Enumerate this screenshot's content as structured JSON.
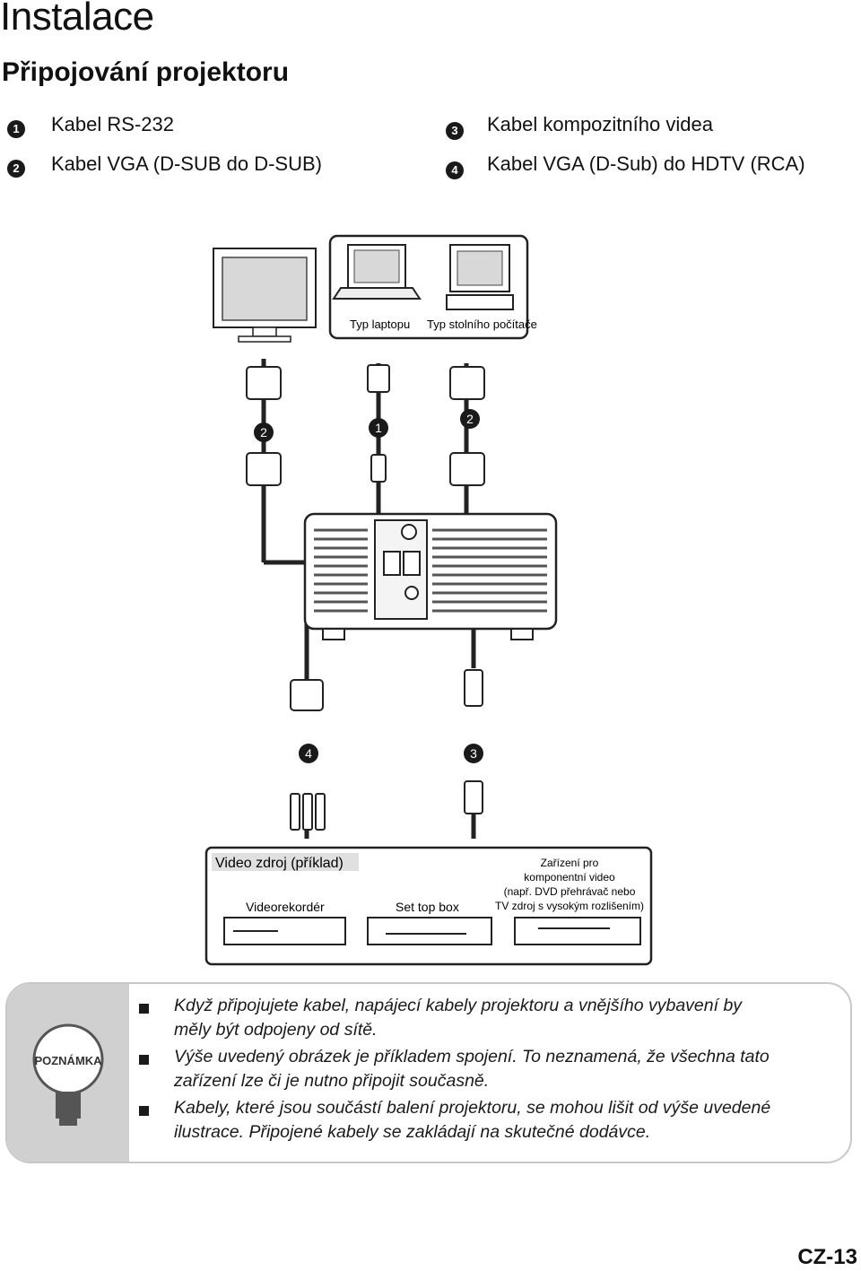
{
  "header": {
    "title": "Instalace",
    "subtitle": "Připojování projektoru"
  },
  "legend": [
    {
      "number": "1",
      "label": "Kabel RS-232"
    },
    {
      "number": "2",
      "label": "Kabel VGA (D-SUB do D-SUB)"
    },
    {
      "number": "3",
      "label": "Kabel kompozitního videa"
    },
    {
      "number": "4",
      "label": "Kabel VGA (D-Sub) do HDTV (RCA)"
    }
  ],
  "diagram": {
    "laptop_label": "Typ laptopu",
    "desktop_label": "Typ stolního počítače",
    "video_source_title": "Video zdroj (příklad)",
    "vcr_label": "Videorekordér",
    "settop_label": "Set top box",
    "component_lines": [
      "Zařízení pro",
      "komponentní video",
      "(např. DVD přehrávač nebo",
      "TV zdroj s vysokým rozlišením)"
    ],
    "callouts": [
      "2",
      "1",
      "2",
      "4",
      "3"
    ]
  },
  "note": {
    "badge": "POZNÁMKA",
    "items": [
      {
        "line1": "Když připojujete kabel, napájecí kabely projektoru a vnějšího vybavení by",
        "line2": "měly být odpojeny od sítě."
      },
      {
        "line1": "Výše uvedený obrázek je příkladem spojení. To neznamená, že všechna tato",
        "line2": "zařízení lze či je nutno připojit současně."
      },
      {
        "line1": "Kabely, které jsou součástí balení projektoru, se mohou lišit od výše uvedené",
        "line2": "ilustrace. Připojené kabely se zakládají na skutečné dodávce."
      }
    ]
  },
  "footer": {
    "page_number": "CZ-13"
  }
}
